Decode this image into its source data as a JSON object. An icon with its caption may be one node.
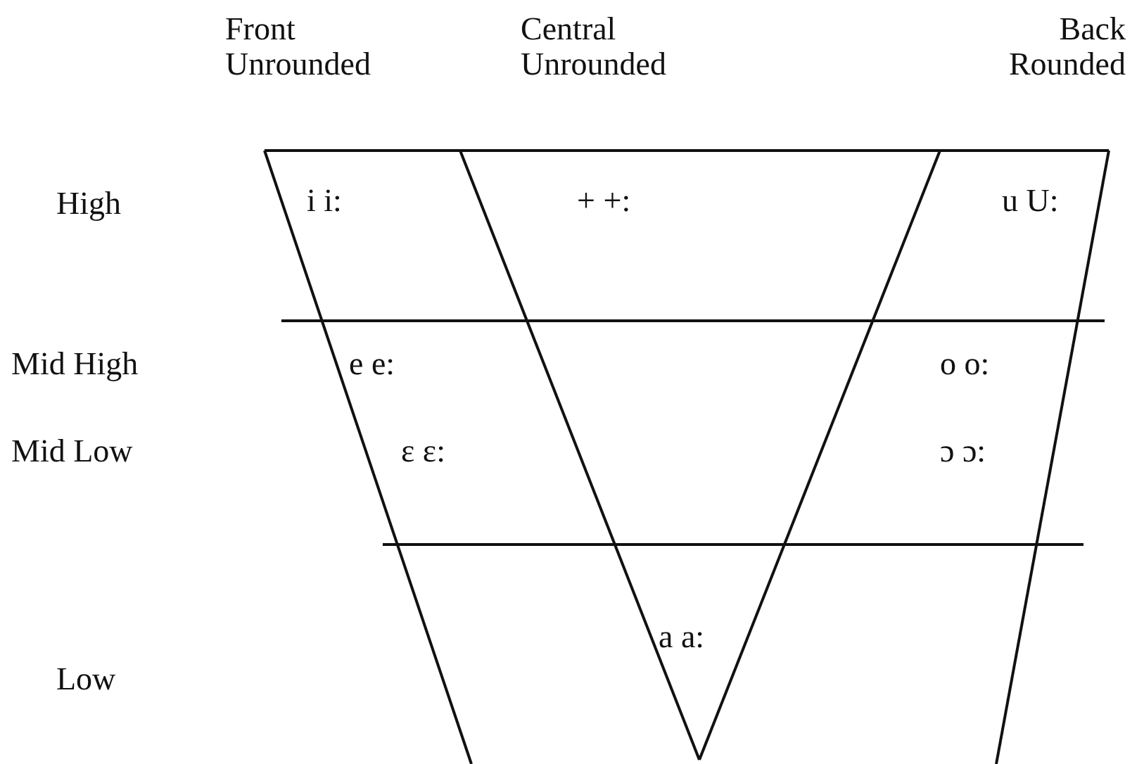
{
  "diagram": {
    "labels": [
      "Front Unrounded",
      "Central Unrounded",
      "Back Rounded",
      "High",
      "i i:",
      "+ +:",
      "u U:",
      "Mid High",
      "e e:",
      "o o:",
      "Mid Low",
      "ɛ ɛ:",
      "ɔ ɔ:",
      "a a:",
      "Low"
    ]
  }
}
